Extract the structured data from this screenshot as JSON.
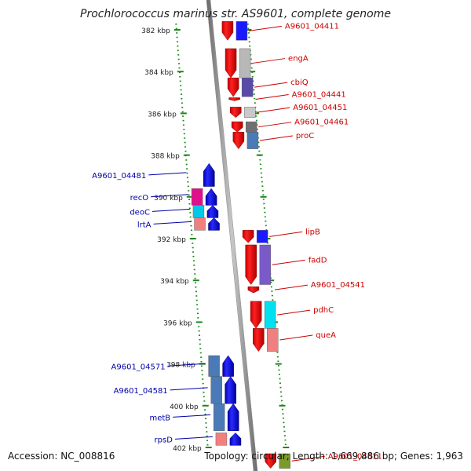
{
  "title": "Prochlorococcus marinus str. AS9601, complete genome",
  "footer": {
    "accession": "Accession: NC_008816",
    "summary": "Topology: circular; Length: 1,669,886 bp; Genes: 1,963"
  },
  "colors": {
    "backbone": "#8c8c8c",
    "plus_label": "#cc0000",
    "minus_label": "#0000aa",
    "ruler": "#1a8a1a"
  },
  "ruler_ticks": [
    {
      "kbp": 382,
      "label": "382 kbp"
    },
    {
      "kbp": 384,
      "label": "384 kbp"
    },
    {
      "kbp": 386,
      "label": "386 kbp"
    },
    {
      "kbp": 388,
      "label": "388 kbp"
    },
    {
      "kbp": 390,
      "label": "390 kbp"
    },
    {
      "kbp": 392,
      "label": "392 kbp"
    },
    {
      "kbp": 394,
      "label": "394 kbp"
    },
    {
      "kbp": 396,
      "label": "396 kbp"
    },
    {
      "kbp": 398,
      "label": "398 kbp"
    },
    {
      "kbp": 400,
      "label": "400 kbp"
    },
    {
      "kbp": 402,
      "label": "402 kbp"
    }
  ],
  "plus_genes": [
    {
      "label": "A9601_04411",
      "start_kbp": 381.6,
      "end_kbp": 382.5,
      "cog_color": "#1a1aff"
    },
    {
      "label": "engA",
      "start_kbp": 382.9,
      "end_kbp": 384.3,
      "cog_color": "#b8b8b8"
    },
    {
      "label": "cbiQ",
      "start_kbp": 384.3,
      "end_kbp": 385.2,
      "cog_color": "#5a4aa8"
    },
    {
      "label": "A9601_04441",
      "start_kbp": 385.25,
      "end_kbp": 385.4,
      "cog_color": ""
    },
    {
      "label": "A9601_04451",
      "start_kbp": 385.7,
      "end_kbp": 386.2,
      "cog_color": "#c8c8c8"
    },
    {
      "label": "A9601_04461",
      "start_kbp": 386.4,
      "end_kbp": 386.9,
      "cog_color": "#707070"
    },
    {
      "label": "proC",
      "start_kbp": 386.9,
      "end_kbp": 387.7,
      "cog_color": "#4a7ab8"
    },
    {
      "label": "lipB",
      "start_kbp": 391.6,
      "end_kbp": 392.2,
      "cog_color": "#1a1aff"
    },
    {
      "label": "fadD",
      "start_kbp": 392.3,
      "end_kbp": 394.2,
      "cog_color": "#7a5ac8"
    },
    {
      "label": "A9601_04541",
      "start_kbp": 394.3,
      "end_kbp": 394.6,
      "cog_color": ""
    },
    {
      "label": "pdhC",
      "start_kbp": 395.0,
      "end_kbp": 396.3,
      "cog_color": "#00e0f0"
    },
    {
      "label": "queA",
      "start_kbp": 396.3,
      "end_kbp": 397.4,
      "cog_color": "#f08080"
    },
    {
      "label": "A9601_04611",
      "start_kbp": 402.3,
      "end_kbp": 403.0,
      "cog_color": "#7a9a2a"
    }
  ],
  "minus_genes": [
    {
      "label": "A9601_04481",
      "start_kbp": 388.4,
      "end_kbp": 389.5,
      "cog_color": ""
    },
    {
      "label": "recO",
      "start_kbp": 389.6,
      "end_kbp": 390.4,
      "cog_color": "#e0108a"
    },
    {
      "label": "deoC",
      "start_kbp": 390.4,
      "end_kbp": 391.0,
      "cog_color": "#00c8e8"
    },
    {
      "label": "lrtA",
      "start_kbp": 391.0,
      "end_kbp": 391.6,
      "cog_color": "#f08080"
    },
    {
      "label": "A9601_04571",
      "start_kbp": 397.6,
      "end_kbp": 398.6,
      "cog_color": "#4a7ab8"
    },
    {
      "label": "A9601_04581",
      "start_kbp": 398.6,
      "end_kbp": 399.9,
      "cog_color": "#4a7ab8"
    },
    {
      "label": "metB",
      "start_kbp": 399.9,
      "end_kbp": 401.2,
      "cog_color": "#4a7ab8"
    },
    {
      "label": "rpsD",
      "start_kbp": 401.3,
      "end_kbp": 401.9,
      "cog_color": "#f08080"
    }
  ]
}
